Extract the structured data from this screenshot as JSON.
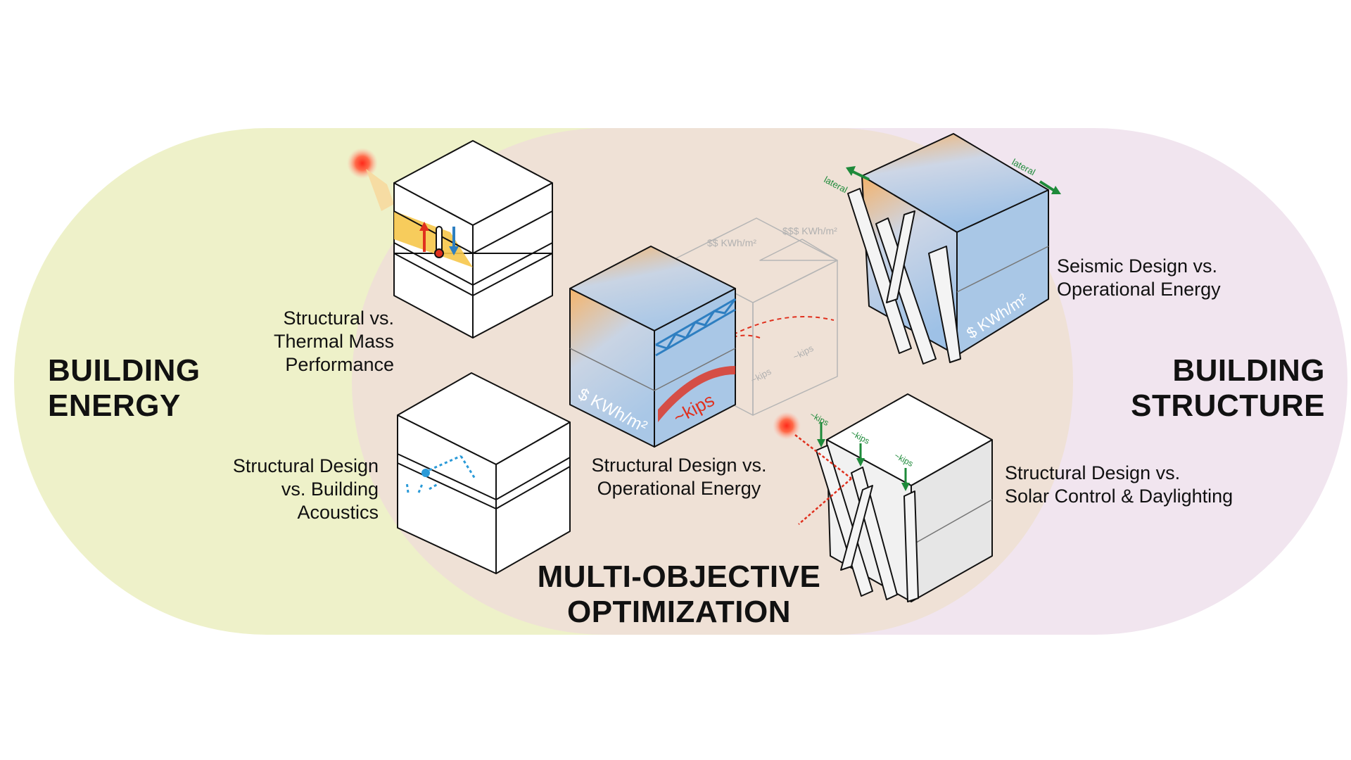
{
  "regions": {
    "energy": {
      "line1": "BUILDING",
      "line2": "ENERGY"
    },
    "structure": {
      "line1": "BUILDING",
      "line2": "STRUCTURE"
    },
    "optimization": {
      "line1": "MULTI-OBJECTIVE",
      "line2": "OPTIMIZATION"
    }
  },
  "captions": {
    "thermal": {
      "line1": "Structural vs.",
      "line2": "Thermal Mass",
      "line3": "Performance"
    },
    "acoustics": {
      "line1": "Structural Design",
      "line2": "vs. Building",
      "line3": "Acoustics"
    },
    "operational": {
      "line1": "Structural Design vs.",
      "line2": "Operational Energy"
    },
    "seismic": {
      "line1": "Seismic Design vs.",
      "line2": "Operational Energy"
    },
    "solar": {
      "line1": "Structural Design vs.",
      "line2": "Solar Control & Daylighting"
    }
  },
  "labels": {
    "kwh_main": "$ KWh/m²",
    "kips_main": "~kips",
    "kwh_mid": "$$ KWh/m²",
    "kwh_far": "$$$ KWh/m²",
    "kips_mid": "~kips",
    "kips_far": "~kips",
    "lateral": "lateral",
    "kwh_seismic": "$ KWh/m²",
    "kips_load": "~kips"
  },
  "colors": {
    "energy_region": "#eef1c9",
    "structure_region": "#f1e5ef",
    "overlap_region": "#efe1d6",
    "truss_blue": "#2e7fc1",
    "load_green": "#1e8a3a",
    "kips_red": "#e0301e",
    "sound_blue": "#2a9ad8"
  }
}
